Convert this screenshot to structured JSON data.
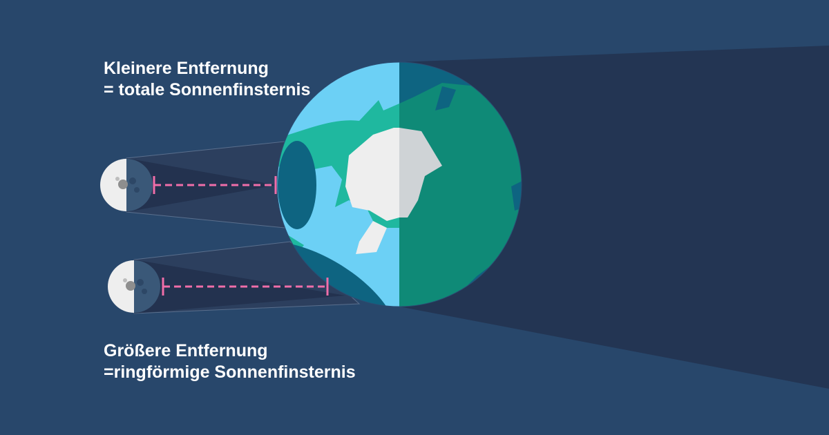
{
  "total_eclipse_label": {
    "line1": "Kleinere Entfernung",
    "line2": "= totale Sonnenfinsternis"
  },
  "annular_eclipse_label": {
    "line1": "Größere Entfernung",
    "line2": "=ringförmige Sonnenfinsternis"
  },
  "colors": {
    "background": "#28476b",
    "earth_shadow": "#233553",
    "moon_shadow_cone": "#2c3f5e",
    "ocean_light": "#6cd0f5",
    "ocean_dark": "#0e6481",
    "land_light": "#1fb89f",
    "land_dark": "#0f8a77",
    "ice_light": "#eeeeee",
    "ice_dark": "#cfd3d6",
    "distance_marker": "#f06ea9"
  }
}
